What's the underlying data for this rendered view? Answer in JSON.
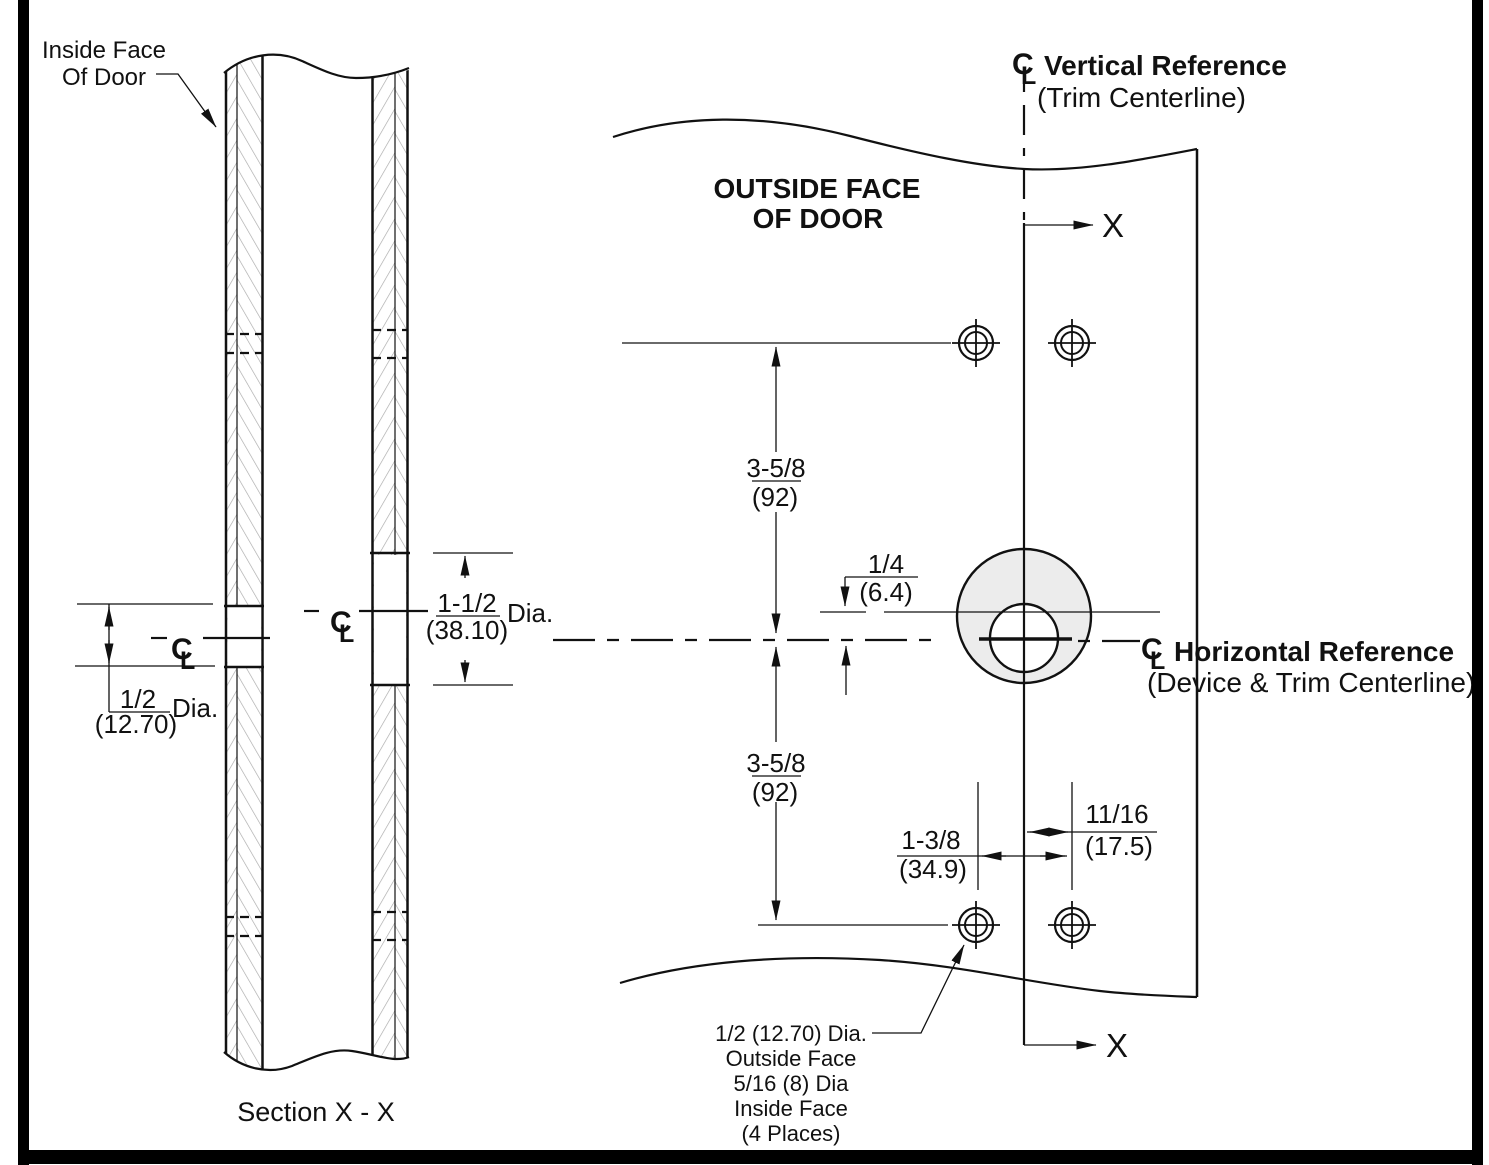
{
  "drawing": {
    "title_hint": "Door drilling template drawing",
    "colors": {
      "line": "#111111",
      "trim_hole_fill": "#ececec",
      "hatch": "#a8a8a8",
      "frame": "#000000"
    },
    "symbols": {
      "c": "C",
      "l": "L"
    },
    "section_view": {
      "label": "Section X - X",
      "inside_face_label": {
        "line1": "Inside Face",
        "line2": "Of Door"
      },
      "small_hole_dim": {
        "fraction": "1/2",
        "metric": "(12.70)",
        "suffix": "Dia."
      },
      "large_hole_dim": {
        "fraction": "1-1/2",
        "metric": "(38.10)",
        "suffix": "Dia."
      }
    },
    "front_view": {
      "face_label": {
        "line1": "OUTSIDE FACE",
        "line2": "OF DOOR"
      },
      "vertical_ref": {
        "title": "Vertical Reference",
        "subtitle": "(Trim Centerline)"
      },
      "horizontal_ref": {
        "title": "Horizontal Reference",
        "subtitle": "(Device & Trim Centerline)"
      },
      "dim_top_hole_spacing": {
        "fraction": "3-5/8",
        "metric": "(92)"
      },
      "dim_bottom_hole_spacing": {
        "fraction": "3-5/8",
        "metric": "(92)"
      },
      "dim_trim_offset": {
        "fraction": "1/4",
        "metric": "(6.4)"
      },
      "dim_hole_pair_spacing": {
        "fraction": "1-3/8",
        "metric": "(34.9)"
      },
      "dim_centerline_to_hole": {
        "fraction": "11/16",
        "metric": "(17.5)"
      },
      "section_cut_marker": "X",
      "note_lines": [
        "1/2 (12.70) Dia.",
        "Outside Face",
        "5/16 (8) Dia",
        "Inside Face",
        "(4 Places)"
      ]
    }
  }
}
